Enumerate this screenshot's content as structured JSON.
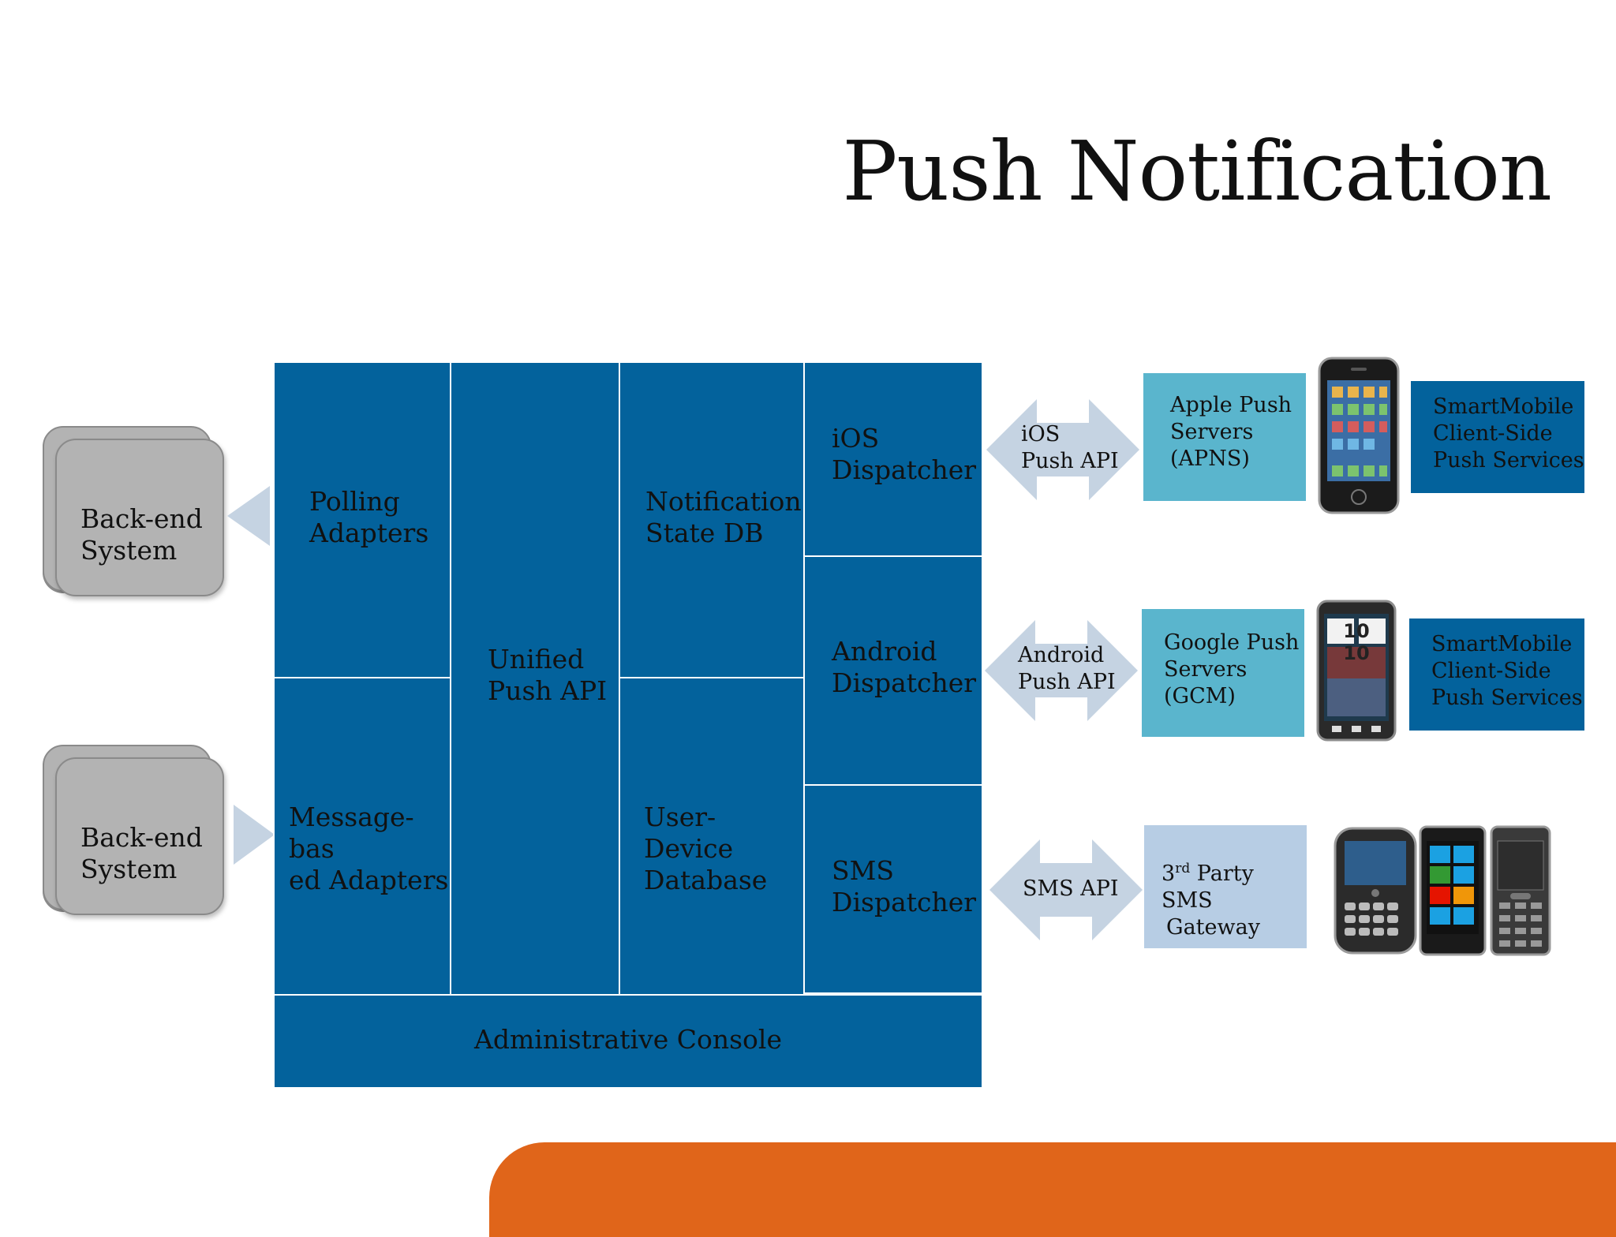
{
  "slide": {
    "title": "Push Notification"
  },
  "backend": [
    {
      "label_line1": "Back-end",
      "label_line2": "System"
    },
    {
      "label_line1": "Back-end",
      "label_line2": "System"
    }
  ],
  "blocks": {
    "polling": {
      "line1": "Polling",
      "line2": "Adapters"
    },
    "message": {
      "line1": "Message-bas",
      "line2": "ed Adapters"
    },
    "unified": {
      "line1": "Unified",
      "line2": "Push API"
    },
    "state_db": {
      "line1": "Notification",
      "line2": "State DB"
    },
    "user_device": {
      "line1": "User-Device",
      "line2": "Database"
    },
    "ios": {
      "line1": "iOS",
      "line2": "Dispatcher"
    },
    "android": {
      "line1": "Android",
      "line2": "Dispatcher"
    },
    "sms": {
      "line1": "SMS",
      "line2": "Dispatcher"
    },
    "admin": {
      "label": "Administrative Console"
    }
  },
  "arrows": {
    "ios": {
      "line1": "iOS",
      "line2": "Push API"
    },
    "android": {
      "line1": "Android",
      "line2": "Push API"
    },
    "sms": {
      "label": "SMS API"
    }
  },
  "servers": {
    "apple": {
      "line1": "Apple Push",
      "line2": "Servers",
      "line3": "(APNS)"
    },
    "google": {
      "line1": "Google Push",
      "line2": "Servers",
      "line3": "(GCM)"
    },
    "sms_gateway": {
      "sup_prefix": "3",
      "sup": "rd",
      "line1_rest": " Party SMS",
      "line2": "Gateway"
    }
  },
  "client_services": [
    {
      "line1": "SmartMobile",
      "line2": "Client-Side",
      "line3": "Push Services"
    },
    {
      "line1": "SmartMobile",
      "line2": "Client-Side",
      "line3": "Push Services"
    }
  ],
  "phones": {
    "android_clock": "10 10"
  },
  "colors": {
    "block_blue": "#03629c",
    "server_teal": "#5ab5cd",
    "gateway_lightblue": "#b7cde4",
    "arrow_gray": "#c5d3e2",
    "backend_gray": "#b3b3b3",
    "footer_orange": "#e0651a"
  }
}
